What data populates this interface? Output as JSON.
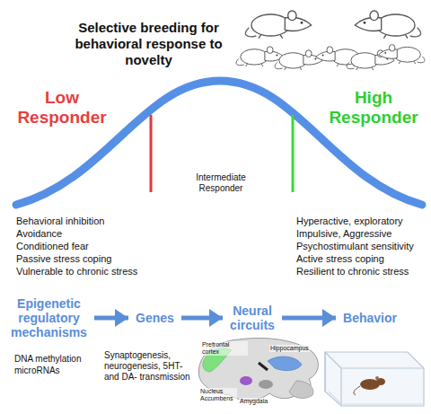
{
  "diagram": {
    "title": "Selective breeding for behavioral response to novelty",
    "nodes": [
      {
        "text": [
          "Epigenetic regulatory mechanisms"
        ]
      },
      {
        "text": [
          "Genes"
        ]
      },
      {
        "text": [
          "Neural circuits"
        ]
      },
      {
        "text": [
          "Behavior"
        ]
      }
    ],
    "edges": [
      {
        "from": 0,
        "to": 1,
        "arrow": "to"
      },
      {
        "from": 1,
        "to": 2,
        "arrow": "to"
      },
      {
        "from": 2,
        "to": 3,
        "arrow": "to"
      }
    ],
    "labels": [
      "Low Responder",
      "Intermediate Responder",
      "High Responder",
      "Behavioral inhibition",
      "Avoidance",
      "Conditioned fear",
      "Passive stress coping",
      "Vulnerable to chronic stress",
      "Hyperactive, exploratory",
      "Impulsive, Aggressive",
      "Psychostimulant sensitivity",
      "Active stress coping",
      "Resilient to chronic stress",
      "DNA methylation",
      "microRNAs",
      "Synaptogenesis, neurogenesis, 5HT- and DA- transmission",
      "Prefrontal cortex",
      "Hippocampus",
      "Nucleus Accumbens",
      "Amygdala"
    ]
  }
}
